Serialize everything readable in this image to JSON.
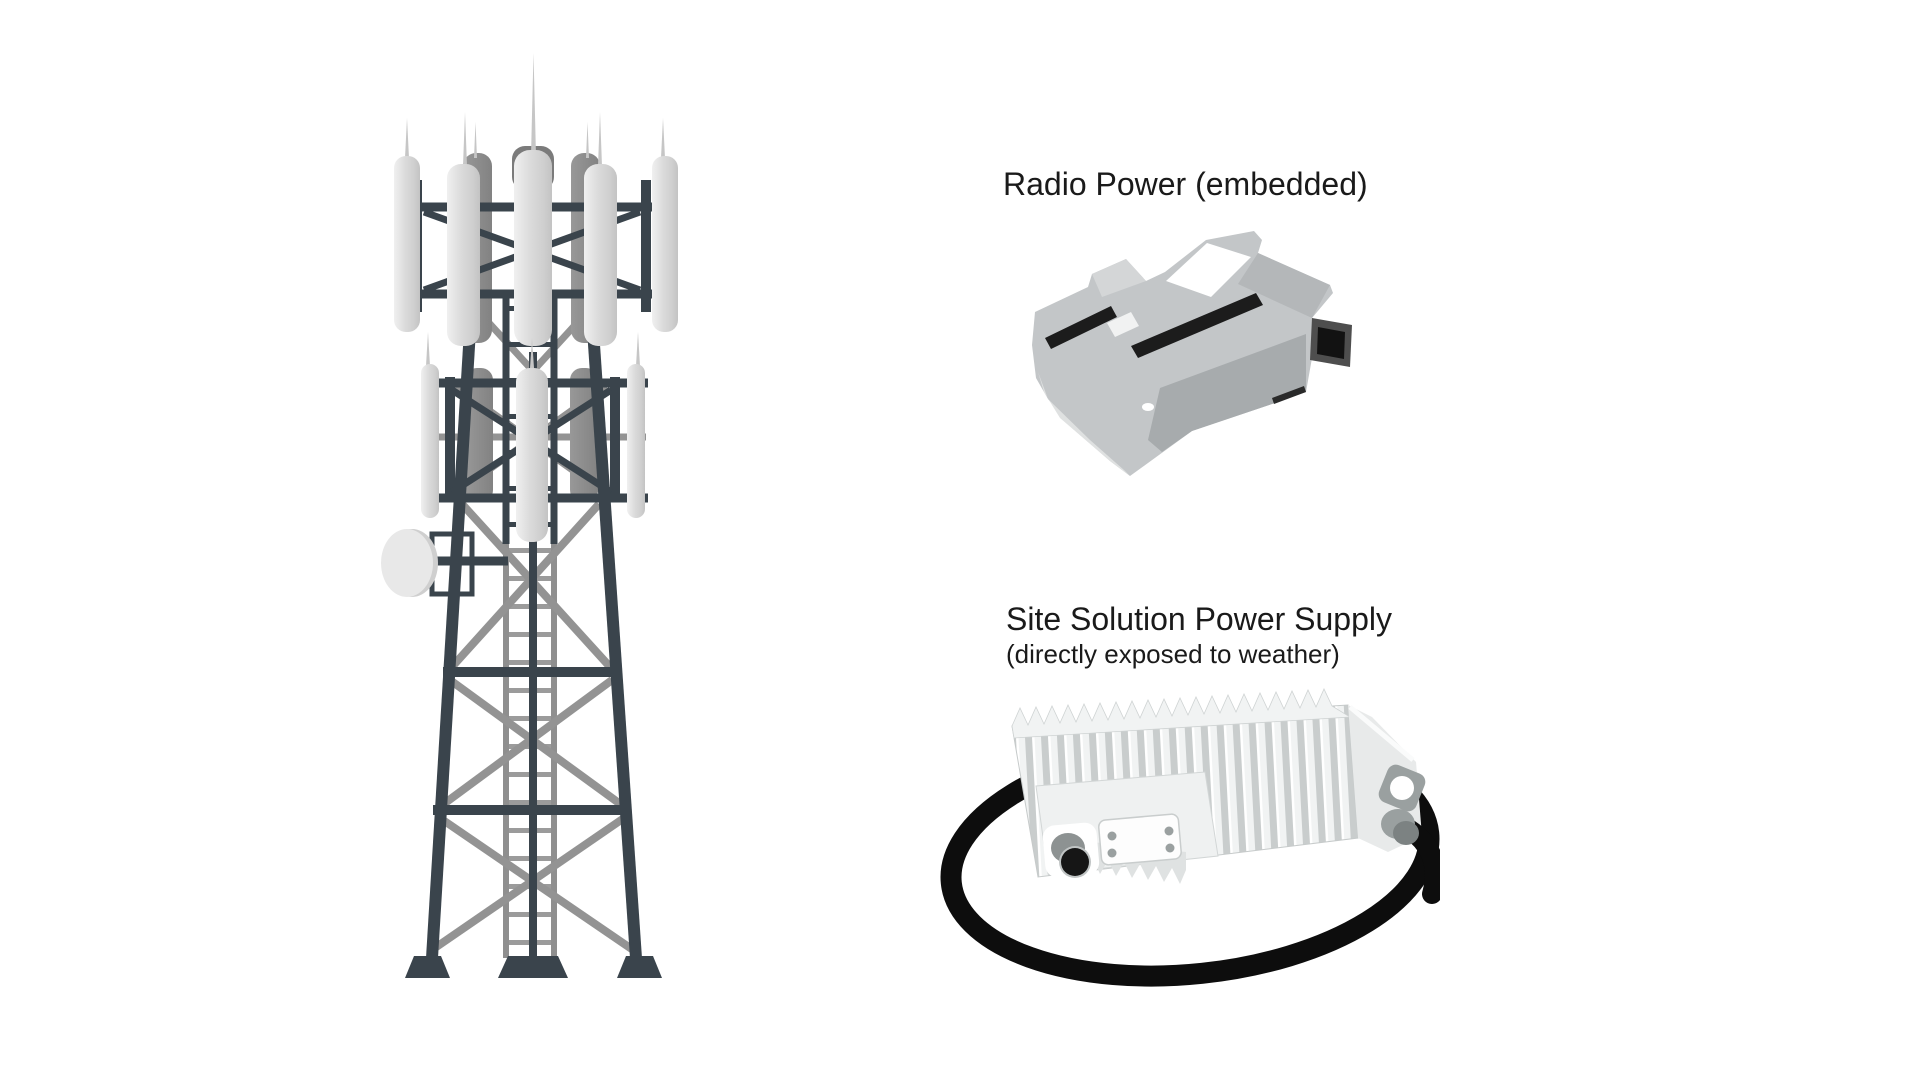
{
  "colors": {
    "background": "#ffffff",
    "frame_dark": "#3a444c",
    "brace_gray": "#939393",
    "ladder_gray": "#9b9b9b",
    "panel_light": "#d9d9d9",
    "panel_dark": "#8d8d8d",
    "device_gray": "#c3c6c8",
    "device_shade": "#a7abad",
    "fin_light": "#f1f3f3",
    "fin_gap": "#c9cdcd",
    "cable_black": "#0d0d0d",
    "text": "#1a1a1a"
  },
  "radio_power": {
    "title": "Radio Power (embedded)"
  },
  "site_solution": {
    "title": "Site Solution Power Supply",
    "subtitle": "(directly exposed to weather)"
  },
  "icons": {
    "tower": "telecom-tower-illustration",
    "radio_power_unit": "radio-power-module-illustration",
    "power_supply_unit": "site-power-supply-illustration"
  }
}
